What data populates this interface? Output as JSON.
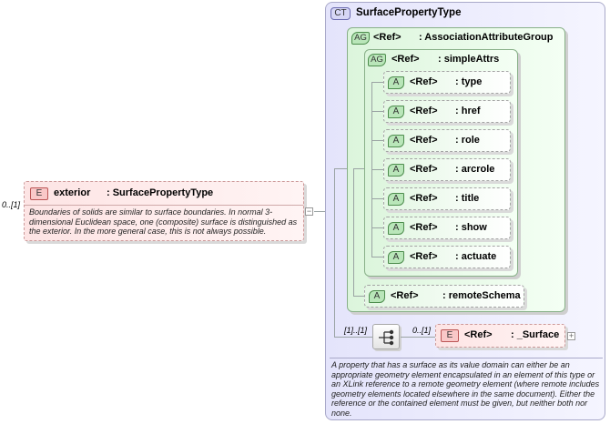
{
  "element": {
    "badge": "E",
    "name": "exterior",
    "type": ": SurfacePropertyType",
    "cardinality": "0..[1]",
    "documentation": "Boundaries of solids are similar to surface boundaries. In normal 3-dimensional Euclidean space, one (composite) surface is distinguished as the exterior. In the more general case, this is not always possible.",
    "collapse_symbol": "−"
  },
  "complex_type": {
    "badge": "CT",
    "name": "SurfacePropertyType",
    "documentation": "A property that has a surface as its value domain can either be an appropriate geometry element encapsulated in an element of this type or an XLink reference to a remote geometry element (where remote includes geometry elements located elsewhere in the same document). Either the reference or the contained element must be given, but neither both nor none."
  },
  "attribute_group_outer": {
    "badge": "AG",
    "ref": "<Ref>",
    "name": ": AssociationAttributeGroup"
  },
  "attribute_group_inner": {
    "badge": "AG",
    "ref": "<Ref>",
    "name": ": simpleAttrs"
  },
  "attributes": [
    {
      "badge": "A",
      "ref": "<Ref>",
      "name": ": type"
    },
    {
      "badge": "A",
      "ref": "<Ref>",
      "name": ": href"
    },
    {
      "badge": "A",
      "ref": "<Ref>",
      "name": ": role"
    },
    {
      "badge": "A",
      "ref": "<Ref>",
      "name": ": arcrole"
    },
    {
      "badge": "A",
      "ref": "<Ref>",
      "name": ": title"
    },
    {
      "badge": "A",
      "ref": "<Ref>",
      "name": ": show"
    },
    {
      "badge": "A",
      "ref": "<Ref>",
      "name": ": actuate"
    }
  ],
  "remote_schema": {
    "badge": "A",
    "ref": "<Ref>",
    "name": ": remoteSchema"
  },
  "sequence": {
    "cardinality": "[1]..[1]",
    "icon": "sequence-icon"
  },
  "surface_element": {
    "badge": "E",
    "ref": "<Ref>",
    "name": ": _Surface",
    "cardinality": "0..[1]",
    "expand_symbol": "+"
  }
}
